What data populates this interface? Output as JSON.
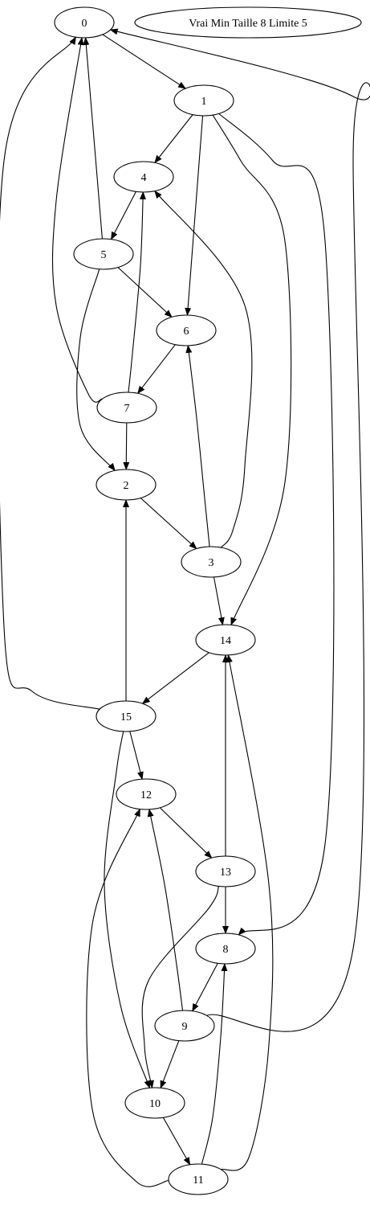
{
  "graph": {
    "title": "Vrai Min Taille 8 Limite 5",
    "nodes": [
      "0",
      "1",
      "2",
      "3",
      "4",
      "5",
      "6",
      "7",
      "8",
      "9",
      "10",
      "11",
      "12",
      "13",
      "14",
      "15"
    ],
    "edges": [
      [
        "0",
        "1"
      ],
      [
        "1",
        "4"
      ],
      [
        "1",
        "6"
      ],
      [
        "1",
        "14"
      ],
      [
        "1",
        "8"
      ],
      [
        "4",
        "5"
      ],
      [
        "5",
        "0"
      ],
      [
        "5",
        "6"
      ],
      [
        "5",
        "2"
      ],
      [
        "6",
        "7"
      ],
      [
        "7",
        "0"
      ],
      [
        "7",
        "4"
      ],
      [
        "7",
        "2"
      ],
      [
        "2",
        "3"
      ],
      [
        "3",
        "6"
      ],
      [
        "3",
        "4"
      ],
      [
        "3",
        "14"
      ],
      [
        "14",
        "15"
      ],
      [
        "15",
        "0"
      ],
      [
        "15",
        "2"
      ],
      [
        "15",
        "12"
      ],
      [
        "15",
        "10"
      ],
      [
        "12",
        "13"
      ],
      [
        "13",
        "14"
      ],
      [
        "13",
        "8"
      ],
      [
        "13",
        "10"
      ],
      [
        "8",
        "9"
      ],
      [
        "9",
        "0"
      ],
      [
        "9",
        "12"
      ],
      [
        "9",
        "10"
      ],
      [
        "10",
        "11"
      ],
      [
        "11",
        "12"
      ],
      [
        "11",
        "8"
      ],
      [
        "11",
        "14"
      ]
    ]
  }
}
